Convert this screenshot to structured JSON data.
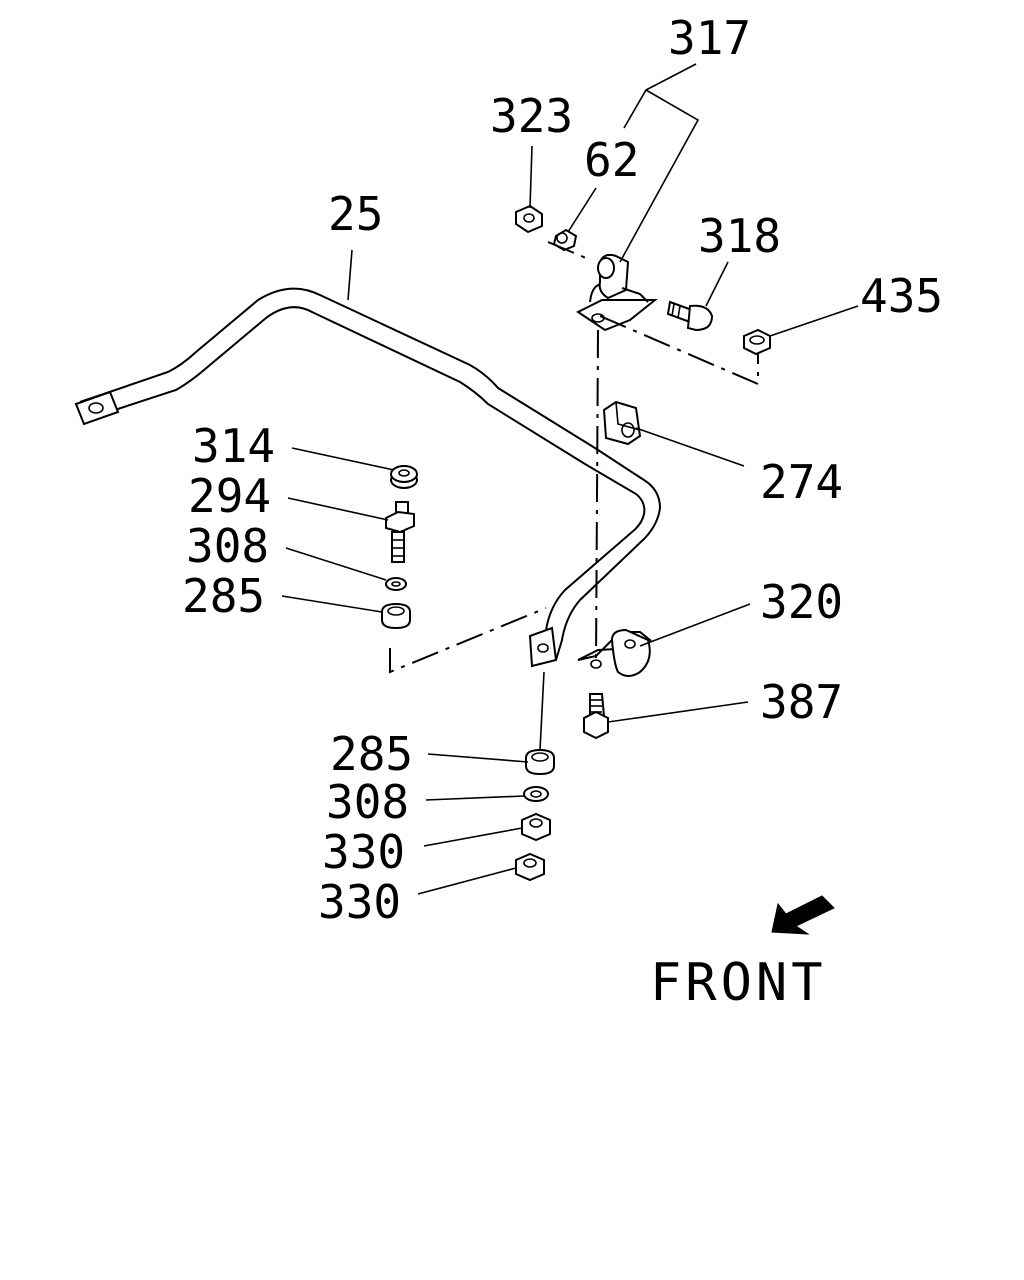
{
  "diagram": {
    "labels": {
      "l317": "317",
      "l323": "323",
      "l62": "62",
      "l25": "25",
      "l318": "318",
      "l435": "435",
      "l314": "314",
      "l294": "294",
      "l308a": "308",
      "l285a": "285",
      "l274": "274",
      "l320": "320",
      "l387": "387",
      "l285b": "285",
      "l308b": "308",
      "l330a": "330",
      "l330b": "330",
      "front": "FRONT"
    }
  }
}
